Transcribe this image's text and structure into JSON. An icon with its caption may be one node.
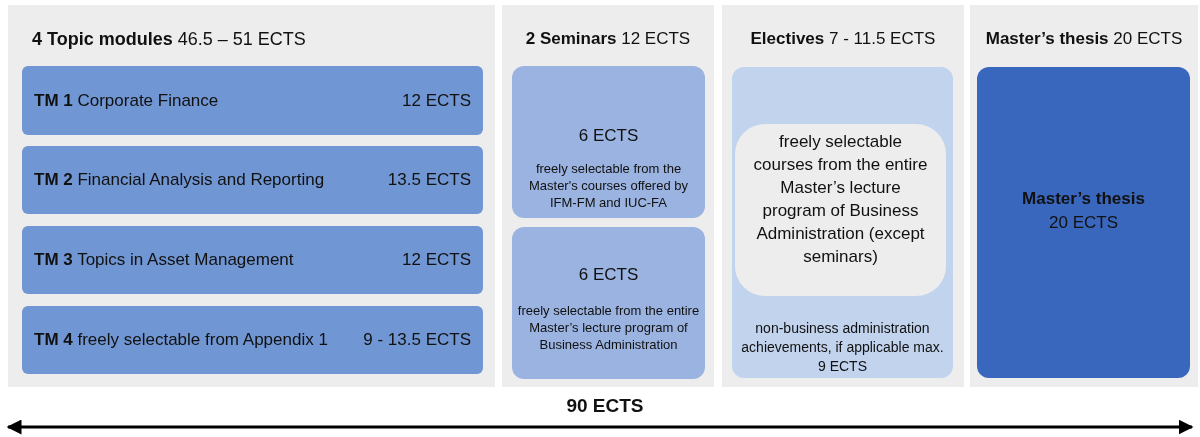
{
  "diagram": {
    "nodes": [
      {
        "text": [
          "**4 Topic modules** 46.5 – 51 ECTS"
        ]
      },
      {
        "text": [
          "**TM 1** Corporate Finance",
          "12 ECTS"
        ],
        "in": 0
      },
      {
        "text": [
          "**TM 2** Financial Analysis and Reporting",
          "13.5 ECTS"
        ],
        "in": 0
      },
      {
        "text": [
          "**TM 3** Topics in Asset Management",
          "12 ECTS"
        ],
        "in": 0
      },
      {
        "text": [
          "**TM 4** freely selectable from Appendix 1",
          "9 - 13.5 ECTS"
        ],
        "in": 0
      },
      {
        "text": [
          "**2 Seminars** 12 ECTS"
        ]
      },
      {
        "text": [
          "6 ECTS",
          "freely selectable from the Master's courses offered by IFM-FM and IUC-FA"
        ],
        "in": 5
      },
      {
        "text": [
          "6 ECTS",
          "freely selectable from the entire Master’s lecture program of Business Administration"
        ],
        "in": 5
      },
      {
        "text": [
          "**Electives** 7 - 11.5 ECTS"
        ]
      },
      {
        "text": [
          "non-business administration achievements, if applicable max. 9 ECTS"
        ],
        "in": 8
      },
      {
        "text": [
          "freely selectable courses from the entire Master’s lecture program of Business Administration (except seminars)"
        ],
        "in": 9
      },
      {
        "text": [
          "**Master’s thesis** 20 ECTS"
        ]
      },
      {
        "text": [
          "Master’s thesis",
          "20 ECTS"
        ],
        "in": 11
      }
    ],
    "labels": [
      "90 ECTS"
    ]
  }
}
